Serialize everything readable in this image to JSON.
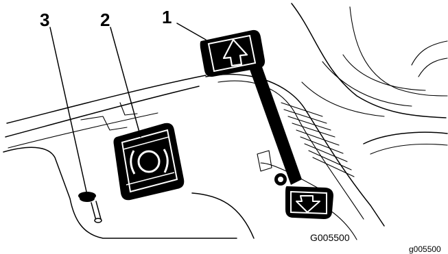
{
  "callouts": {
    "c1": "1",
    "c2": "2",
    "c3": "3"
  },
  "figure_code": "G005500",
  "corner_code": "g005500",
  "colors": {
    "ink": "#000000",
    "paper": "#ffffff"
  }
}
